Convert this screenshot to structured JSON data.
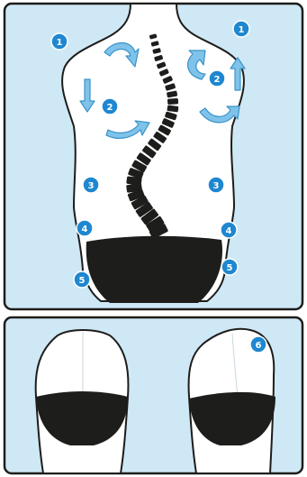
{
  "markers": {
    "m1_left": "1",
    "m1_right": "1",
    "m2_left": "2",
    "m2_right": "2",
    "m3_left": "3",
    "m3_right": "3",
    "m4_left": "4",
    "m4_right": "4",
    "m5_left": "5",
    "m5_right": "5",
    "m6": "6"
  },
  "colors": {
    "panel_background": "#cfe8f5",
    "marker_fill": "#1f87d0",
    "arrow_fill": "#7fc3ea",
    "outline": "#1d1d1b"
  },
  "icons": [
    "curved-arrow-icon",
    "straight-arrow-icon",
    "vertebra-icon"
  ]
}
